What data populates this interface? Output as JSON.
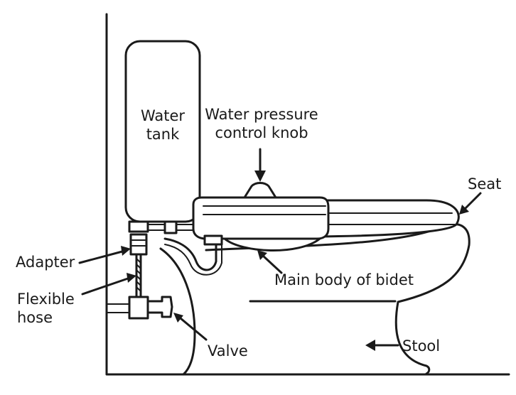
{
  "labels": {
    "water_tank": [
      "Water",
      "tank"
    ],
    "pressure_knob": [
      "Water pressure",
      "control knob"
    ],
    "seat": "Seat",
    "adapter": "Adapter",
    "flexible_hose": [
      "Flexible",
      "hose"
    ],
    "main_body": "Main body of bidet",
    "valve": "Valve",
    "stool": "Stool"
  }
}
